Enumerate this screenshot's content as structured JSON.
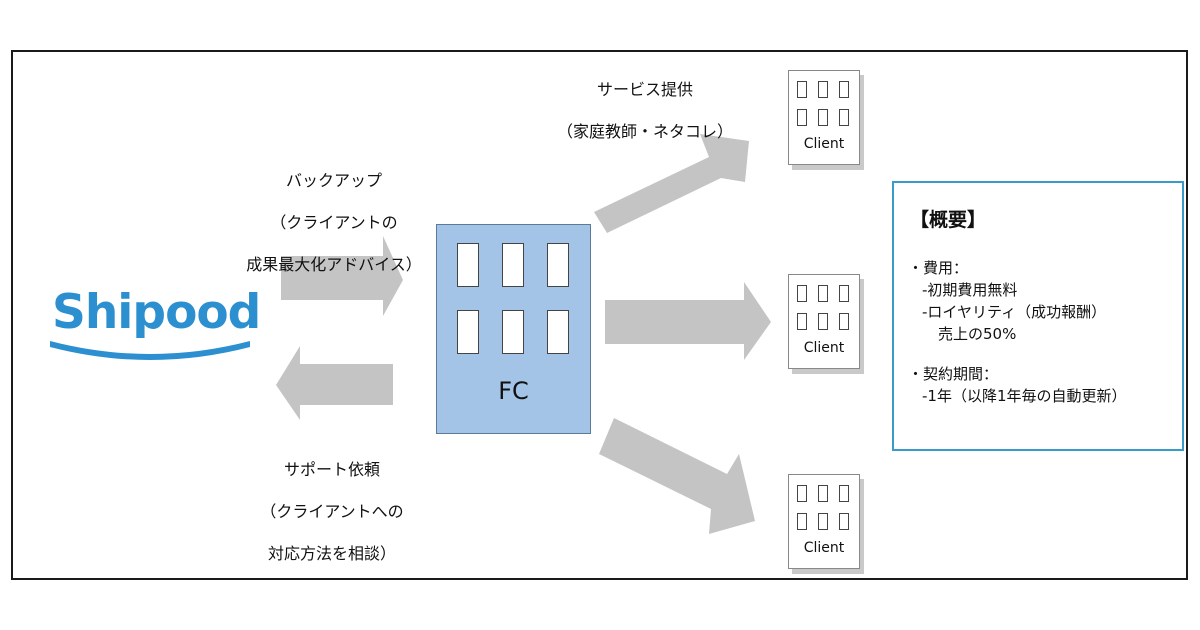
{
  "logo": {
    "text": "Shipood",
    "color": "#2c8fd0"
  },
  "backup_caption": {
    "line1": "バックアップ",
    "line2": "（クライアントの",
    "line3": "成果最大化アドバイス）"
  },
  "support_caption": {
    "line1": "サポート依頼",
    "line2": "（クライアントへの",
    "line3": "対応方法を相談）"
  },
  "service_caption": {
    "line1": "サービス提供",
    "line2": "（家庭教師・ネタコレ）"
  },
  "fc": {
    "label": "FC",
    "fill": "#a3c4e6"
  },
  "clients": [
    {
      "label": "Client"
    },
    {
      "label": "Client"
    },
    {
      "label": "Client"
    }
  ],
  "summary": {
    "title": "【概要】",
    "cost_heading": "・費用：",
    "cost_item1": "-初期費用無料",
    "cost_item2": "-ロイヤリティ（成功報酬）",
    "cost_item2_detail": "売上の50%",
    "contract_heading": "・契約期間：",
    "contract_item1": "-1年（以降1年毎の自動更新）",
    "border_color": "#3a9bc9"
  },
  "arrow_color": "#c4c4c4"
}
